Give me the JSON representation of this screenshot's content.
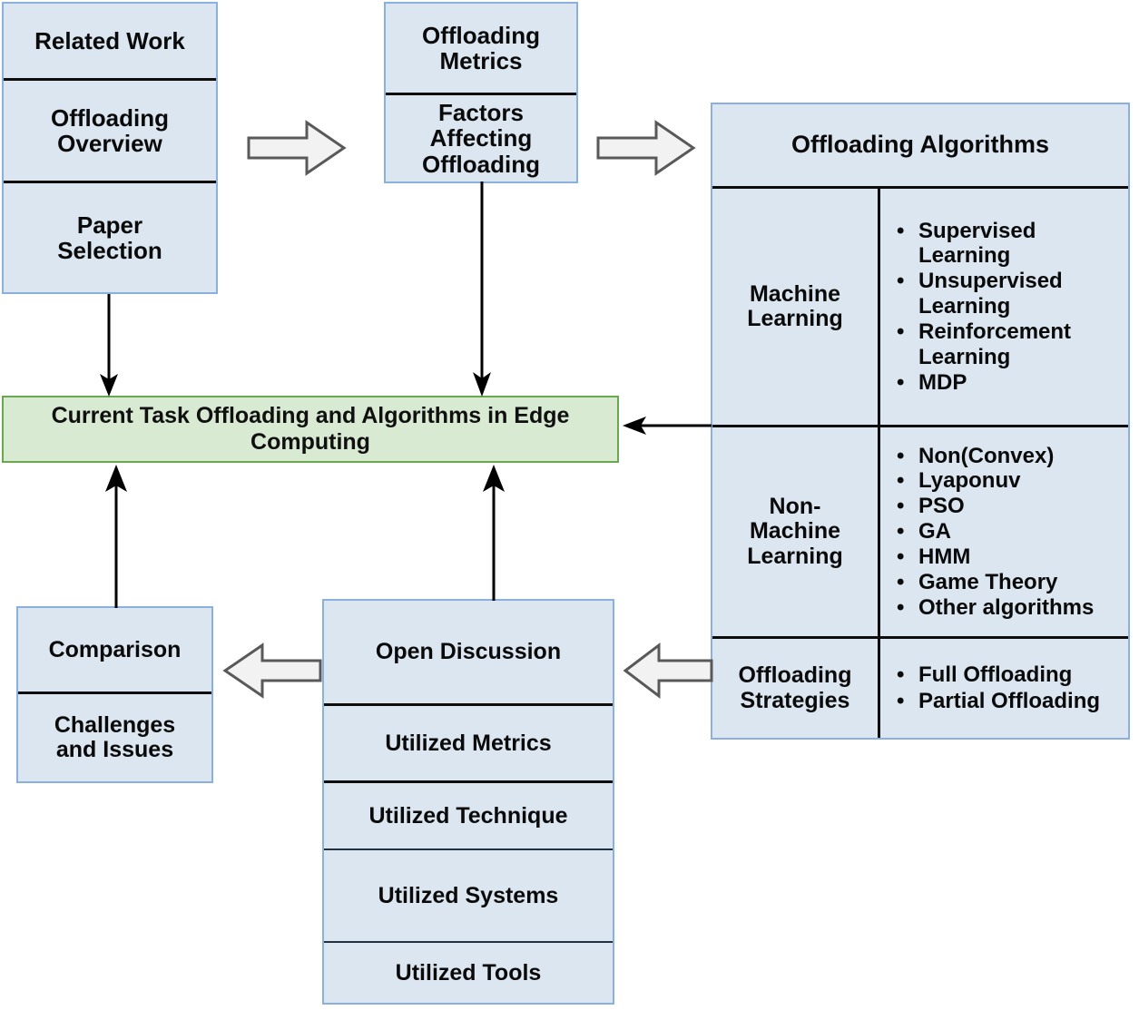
{
  "diagram": {
    "title": "Survey structure flowchart: Task Offloading and Algorithms in Edge Computing",
    "colors": {
      "box_fill": "#dce6f1",
      "box_border": "#8ab0de",
      "divider": "#0d0d0d",
      "highlight_fill": "#d9ead3",
      "highlight_border": "#6aa84f",
      "arrow_stroke": "#000000",
      "block_arrow_fill": "#f2f2f2",
      "block_arrow_stroke": "#595959"
    }
  },
  "related_work": {
    "rows": [
      {
        "label": "Related Work"
      },
      {
        "label": "Offloading\nOverview"
      },
      {
        "label": "Paper\nSelection"
      }
    ]
  },
  "offloading_metrics": {
    "rows": [
      {
        "label": "Offloading\nMetrics"
      },
      {
        "label": "Factors\nAffecting\nOffloading"
      }
    ]
  },
  "offloading_algorithms": {
    "title": "Offloading Algorithms",
    "sections": [
      {
        "label": "Machine\nLearning",
        "items": [
          "Supervised Learning",
          "Unsupervised Learning",
          "Reinforcement Learning",
          "MDP"
        ]
      },
      {
        "label": "Non-\nMachine\nLearning",
        "items": [
          "Non(Convex)",
          "Lyaponuv",
          "PSO",
          "GA",
          "HMM",
          "Game Theory",
          "Other algorithms"
        ]
      },
      {
        "label": "Offloading\nStrategies",
        "items": [
          "Full Offloading",
          "Partial Offloading"
        ]
      }
    ]
  },
  "current_task": {
    "label": "Current Task Offloading and  Algorithms in Edge Computing"
  },
  "comparison": {
    "rows": [
      {
        "label": "Comparison"
      },
      {
        "label": "Challenges\nand Issues"
      }
    ]
  },
  "open_discussion": {
    "rows": [
      {
        "label": "Open Discussion"
      },
      {
        "label": "Utilized Metrics"
      },
      {
        "label": "Utilized Technique"
      },
      {
        "label": "Utilized Systems"
      },
      {
        "label": "Utilized Tools"
      }
    ]
  },
  "connectors": [
    {
      "name": "related-work-to-metrics",
      "kind": "block-arrow",
      "direction": "right"
    },
    {
      "name": "metrics-to-algorithms",
      "kind": "block-arrow",
      "direction": "right"
    },
    {
      "name": "paper-selection-to-current-task",
      "kind": "line-arrow",
      "direction": "down"
    },
    {
      "name": "factors-to-current-task",
      "kind": "line-arrow",
      "direction": "down"
    },
    {
      "name": "algorithms-to-current-task",
      "kind": "line-arrow",
      "direction": "left"
    },
    {
      "name": "comparison-to-current-task",
      "kind": "line-arrow",
      "direction": "up"
    },
    {
      "name": "open-discussion-to-current-task",
      "kind": "line-arrow",
      "direction": "up"
    },
    {
      "name": "open-discussion-to-comparison",
      "kind": "block-arrow",
      "direction": "left"
    },
    {
      "name": "strategies-to-open-discussion",
      "kind": "block-arrow",
      "direction": "left"
    }
  ]
}
